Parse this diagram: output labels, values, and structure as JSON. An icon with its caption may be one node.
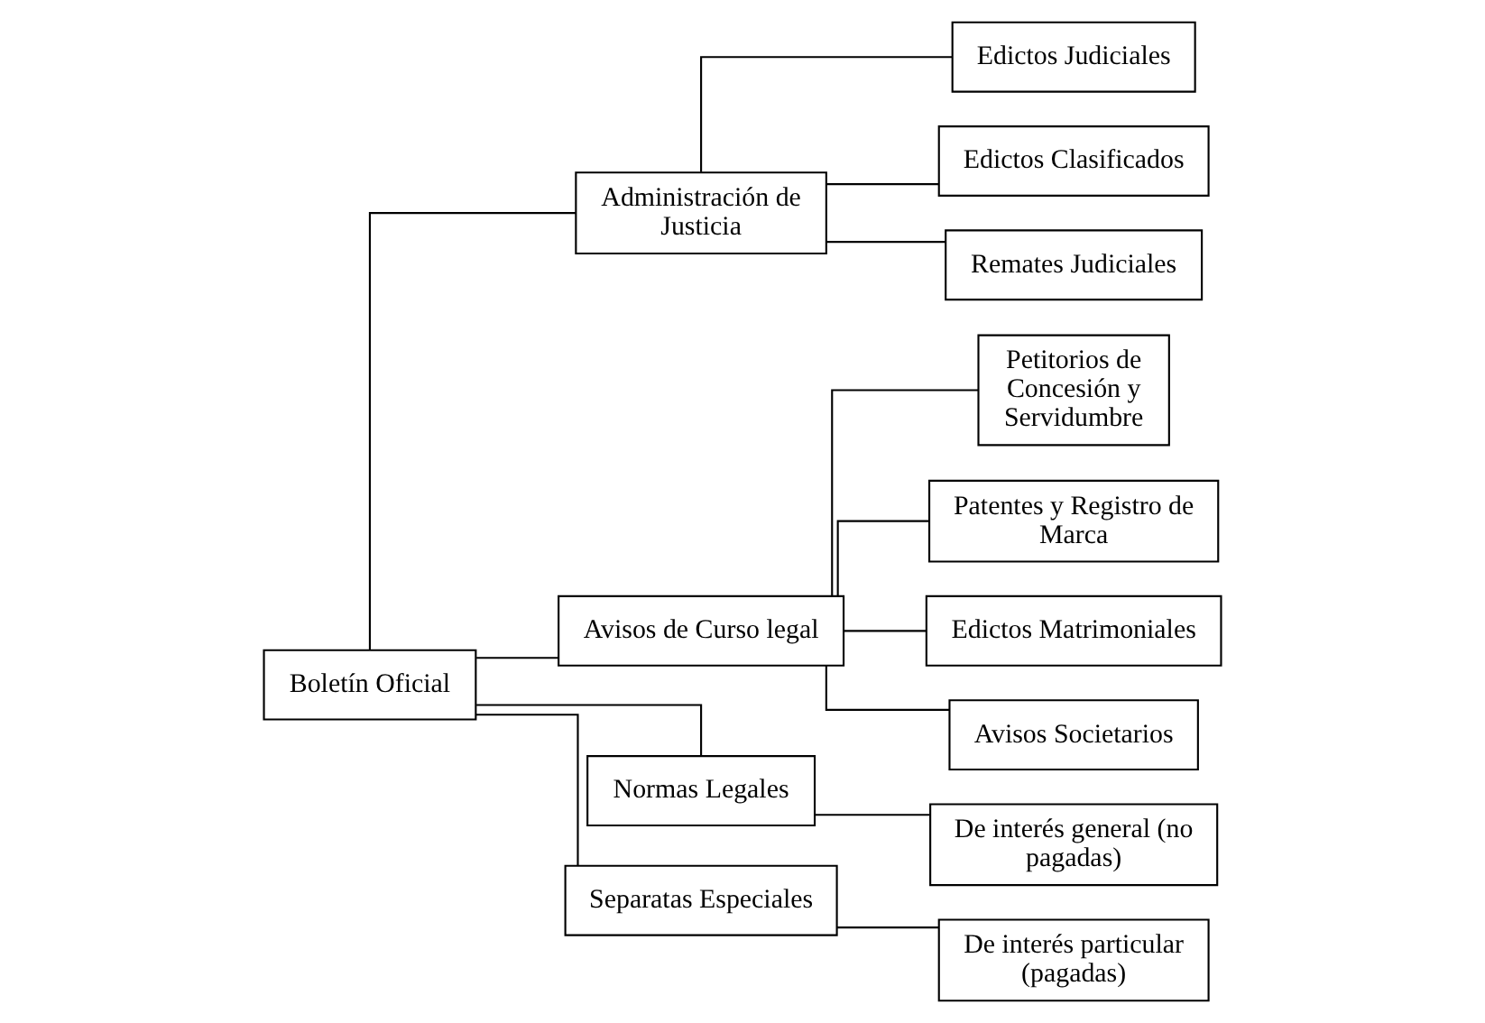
{
  "diagram": {
    "nodes": [
      {
        "text": [
          "Boletín Oficial"
        ]
      },
      {
        "text": [
          "Administración de Justicia"
        ]
      },
      {
        "text": [
          "Edictos Judiciales"
        ]
      },
      {
        "text": [
          "Edictos Clasificados"
        ]
      },
      {
        "text": [
          "Remates Judiciales"
        ]
      },
      {
        "text": [
          "Avisos de Curso legal"
        ]
      },
      {
        "text": [
          "Petitorios de Concesión y Servidumbre"
        ]
      },
      {
        "text": [
          "Patentes y Registro de Marca"
        ]
      },
      {
        "text": [
          "Edictos Matrimoniales"
        ]
      },
      {
        "text": [
          "Avisos Societarios"
        ]
      },
      {
        "text": [
          "Normas Legales"
        ]
      },
      {
        "text": [
          "De interés general (no pagadas)"
        ]
      },
      {
        "text": [
          "Separatas Especiales"
        ]
      },
      {
        "text": [
          "De interés particular (pagadas)"
        ]
      }
    ],
    "edges": [
      {
        "from": 0,
        "to": 1,
        "arrow": "none"
      },
      {
        "from": 0,
        "to": 5,
        "arrow": "none"
      },
      {
        "from": 0,
        "to": 10,
        "arrow": "none"
      },
      {
        "from": 0,
        "to": 12,
        "arrow": "none"
      },
      {
        "from": 1,
        "to": 2,
        "arrow": "none"
      },
      {
        "from": 1,
        "to": 3,
        "arrow": "none"
      },
      {
        "from": 1,
        "to": 4,
        "arrow": "none"
      },
      {
        "from": 5,
        "to": 6,
        "arrow": "none"
      },
      {
        "from": 5,
        "to": 7,
        "arrow": "none"
      },
      {
        "from": 5,
        "to": 8,
        "arrow": "none"
      },
      {
        "from": 5,
        "to": 9,
        "arrow": "none"
      },
      {
        "from": 10,
        "to": 11,
        "arrow": "none"
      },
      {
        "from": 12,
        "to": 13,
        "arrow": "none"
      }
    ]
  }
}
